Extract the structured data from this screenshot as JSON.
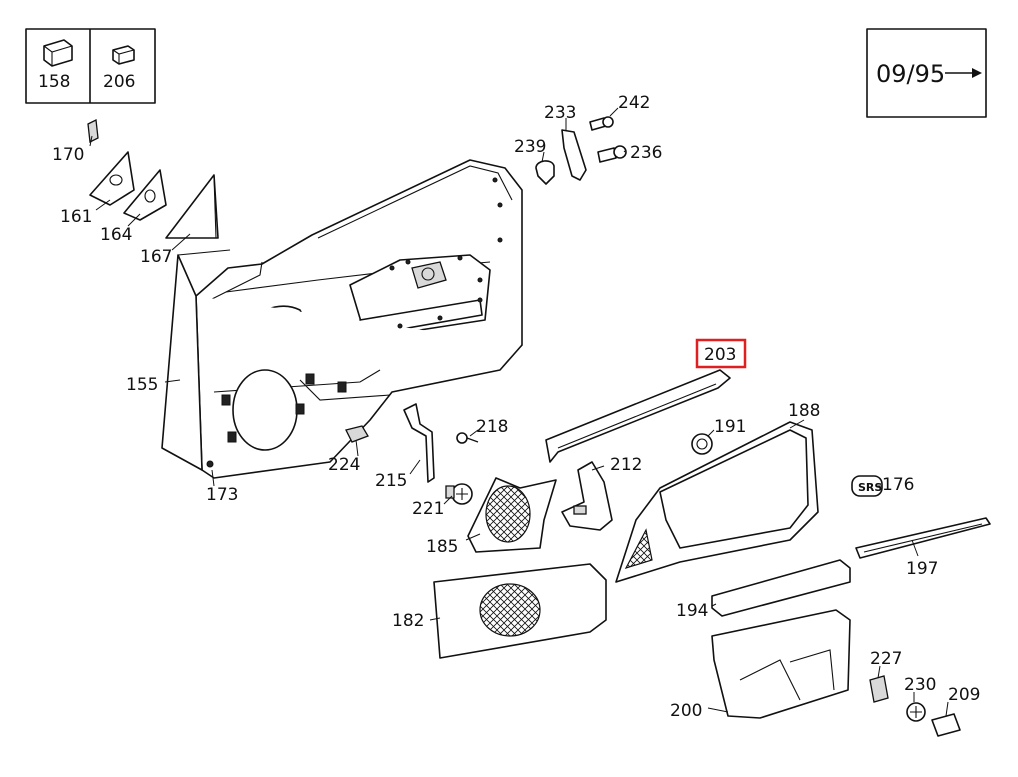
{
  "version_box": {
    "text": "09/95",
    "arrow": "arrow-right-icon"
  },
  "legend_box": {
    "items": [
      {
        "label": "158",
        "icon": "block-icon"
      },
      {
        "label": "206",
        "icon": "block-icon"
      }
    ]
  },
  "highlight": {
    "label": "203",
    "color": "#e02020"
  },
  "parts": {
    "p155": "155",
    "p158": "158",
    "p161": "161",
    "p164": "164",
    "p167": "167",
    "p170": "170",
    "p173": "173",
    "p176": "176",
    "p182": "182",
    "p185": "185",
    "p188": "188",
    "p191": "191",
    "p194": "194",
    "p197": "197",
    "p200": "200",
    "p203": "203",
    "p206": "206",
    "p209": "209",
    "p212": "212",
    "p215": "215",
    "p218": "218",
    "p221": "221",
    "p224": "224",
    "p227": "227",
    "p230": "230",
    "p233": "233",
    "p236": "236",
    "p239": "239",
    "p242": "242"
  },
  "badge_text": "SRS"
}
